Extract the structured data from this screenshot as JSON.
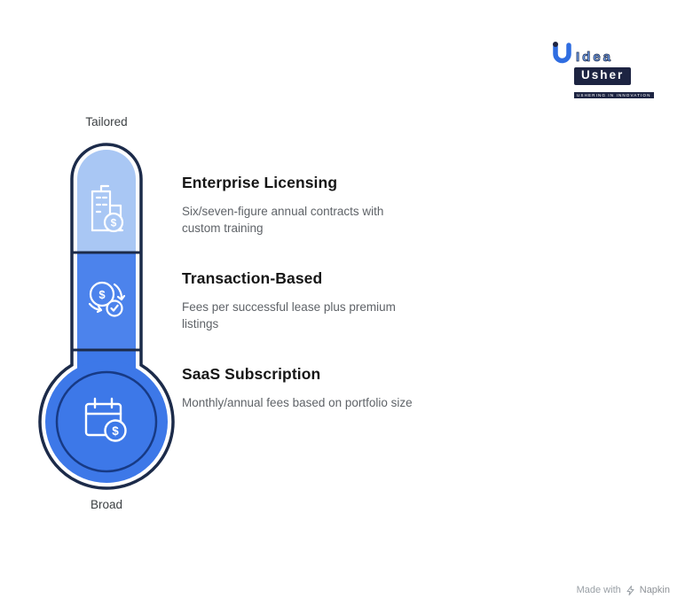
{
  "page": {
    "background": "#ffffff"
  },
  "logo": {
    "idea": "Idea",
    "usher": "Usher",
    "tagline": "USHERING IN INNOVATION",
    "accent_blue": "#2f6de1",
    "dark_navy": "#1d2442"
  },
  "thermometer": {
    "top_label": "Tailored",
    "bottom_label": "Broad",
    "colors": {
      "outline": "#1c2b4a",
      "segment_top": "#a9c7f4",
      "segment_middle": "#4c83ec",
      "segment_bottom": "#3d78e8",
      "bulb_inner_ring": "#173a85",
      "icon_stroke": "#ffffff"
    }
  },
  "icons": {
    "dollar_sign": "$"
  },
  "items": [
    {
      "title": "Enterprise Licensing",
      "description": "Six/seven-figure annual contracts with custom training"
    },
    {
      "title": "Transaction-Based",
      "description": "Fees per successful lease plus premium listings"
    },
    {
      "title": "SaaS Subscription",
      "description": "Monthly/annual fees based on portfolio size"
    }
  ],
  "footer": {
    "made_with": "Made with",
    "brand": "Napkin"
  }
}
